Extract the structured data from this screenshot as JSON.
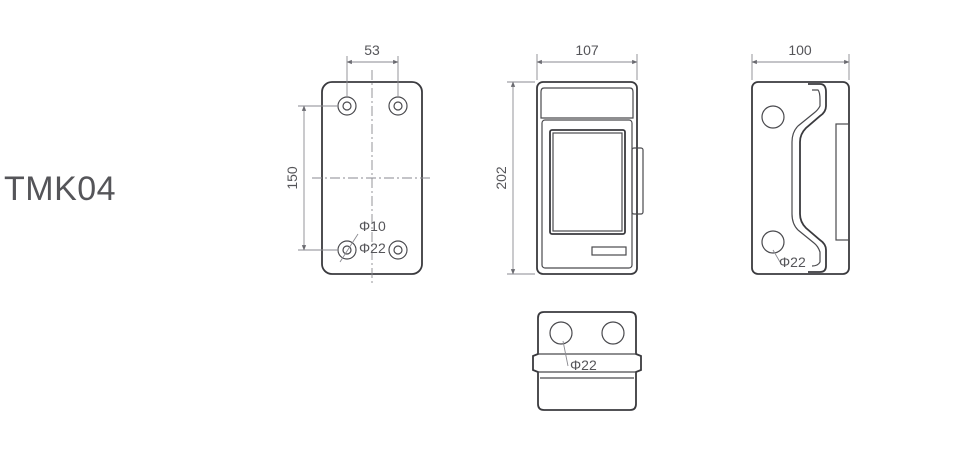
{
  "model": "TMK04",
  "views": {
    "back": {
      "hole_spacing_w": "53",
      "hole_spacing_h": "150",
      "small_hole": "Φ10",
      "large_hole": "Φ22"
    },
    "front": {
      "width": "107",
      "height": "202"
    },
    "side": {
      "depth": "100",
      "knockout": "Φ22"
    },
    "bottom": {
      "knockout": "Φ22"
    }
  }
}
